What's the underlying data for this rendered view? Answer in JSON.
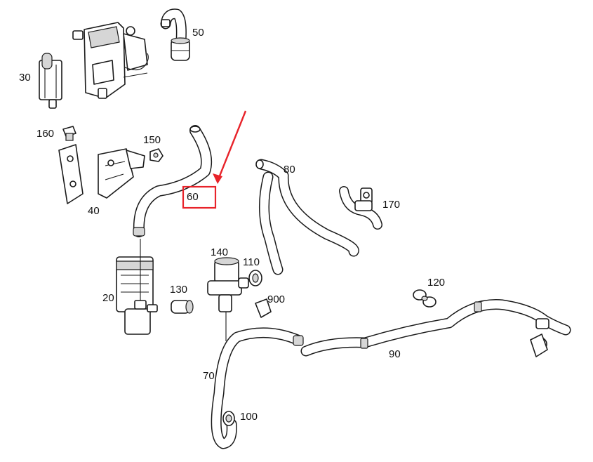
{
  "diagram": {
    "highlight_color": "#e8232a",
    "ink_color": "#1a1a1a",
    "highlighted_part": "60",
    "labels": {
      "p30": "30",
      "p50": "50",
      "p160": "160",
      "p150": "150",
      "p40": "40",
      "p60": "60",
      "p80": "80",
      "p170": "170",
      "p140": "140",
      "p110": "110",
      "p20": "20",
      "p130": "130",
      "p900": "900",
      "p120": "120",
      "p90": "90",
      "p70": "70",
      "p100": "100"
    }
  }
}
